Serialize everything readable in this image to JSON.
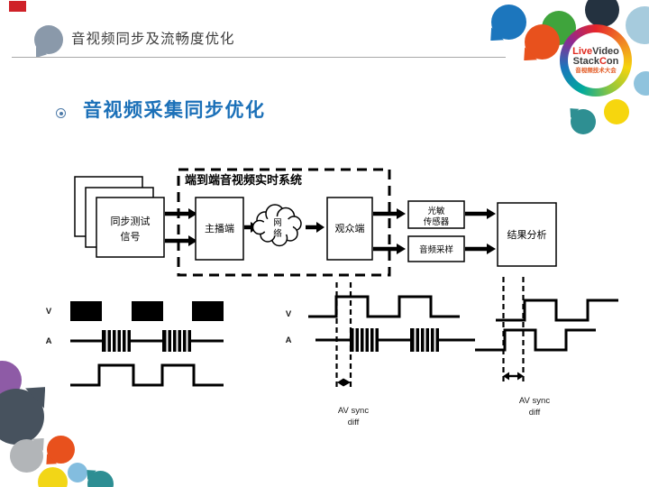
{
  "header": {
    "title": "音视频同步及流畅度优化"
  },
  "section": {
    "title": "音视频采集同步优化"
  },
  "logo": {
    "live": "Live",
    "video": "Video",
    "stack": "Stack",
    "c": "C",
    "on": "on",
    "tagline": "音视频技术大会"
  },
  "diagram": {
    "system_label": "端到端音视频实时系统",
    "source_line1": "同步测试",
    "source_line2": "信号",
    "broadcaster": "主播端",
    "network_line1": "网",
    "network_line2": "络",
    "viewer": "观众端",
    "sensor_line1": "光敏",
    "sensor_line2": "传感器",
    "audio_capture": "音频采样",
    "analysis": "结果分析"
  },
  "waveforms": {
    "v": "V",
    "a": "A",
    "sync_line1": "AV sync",
    "sync_line2": "diff"
  },
  "colors": {
    "section_blue": "#1b70b8",
    "header_bubble_gray": "#8a99aa",
    "logo_red": "#e02b20",
    "logo_dark": "#3b3b3b",
    "accent_red_flag": "#cf2128",
    "ink": "#000000",
    "decoration_palette": [
      "#1c76bd",
      "#3fa43c",
      "#243240",
      "#a6cbdd",
      "#e8511d",
      "#8fc3dd",
      "#f6d60e",
      "#2e8f92",
      "#8e5ba6",
      "#47525e",
      "#b2b5b8",
      "#f2d617",
      "#83bddf",
      "#2d8e93"
    ]
  }
}
